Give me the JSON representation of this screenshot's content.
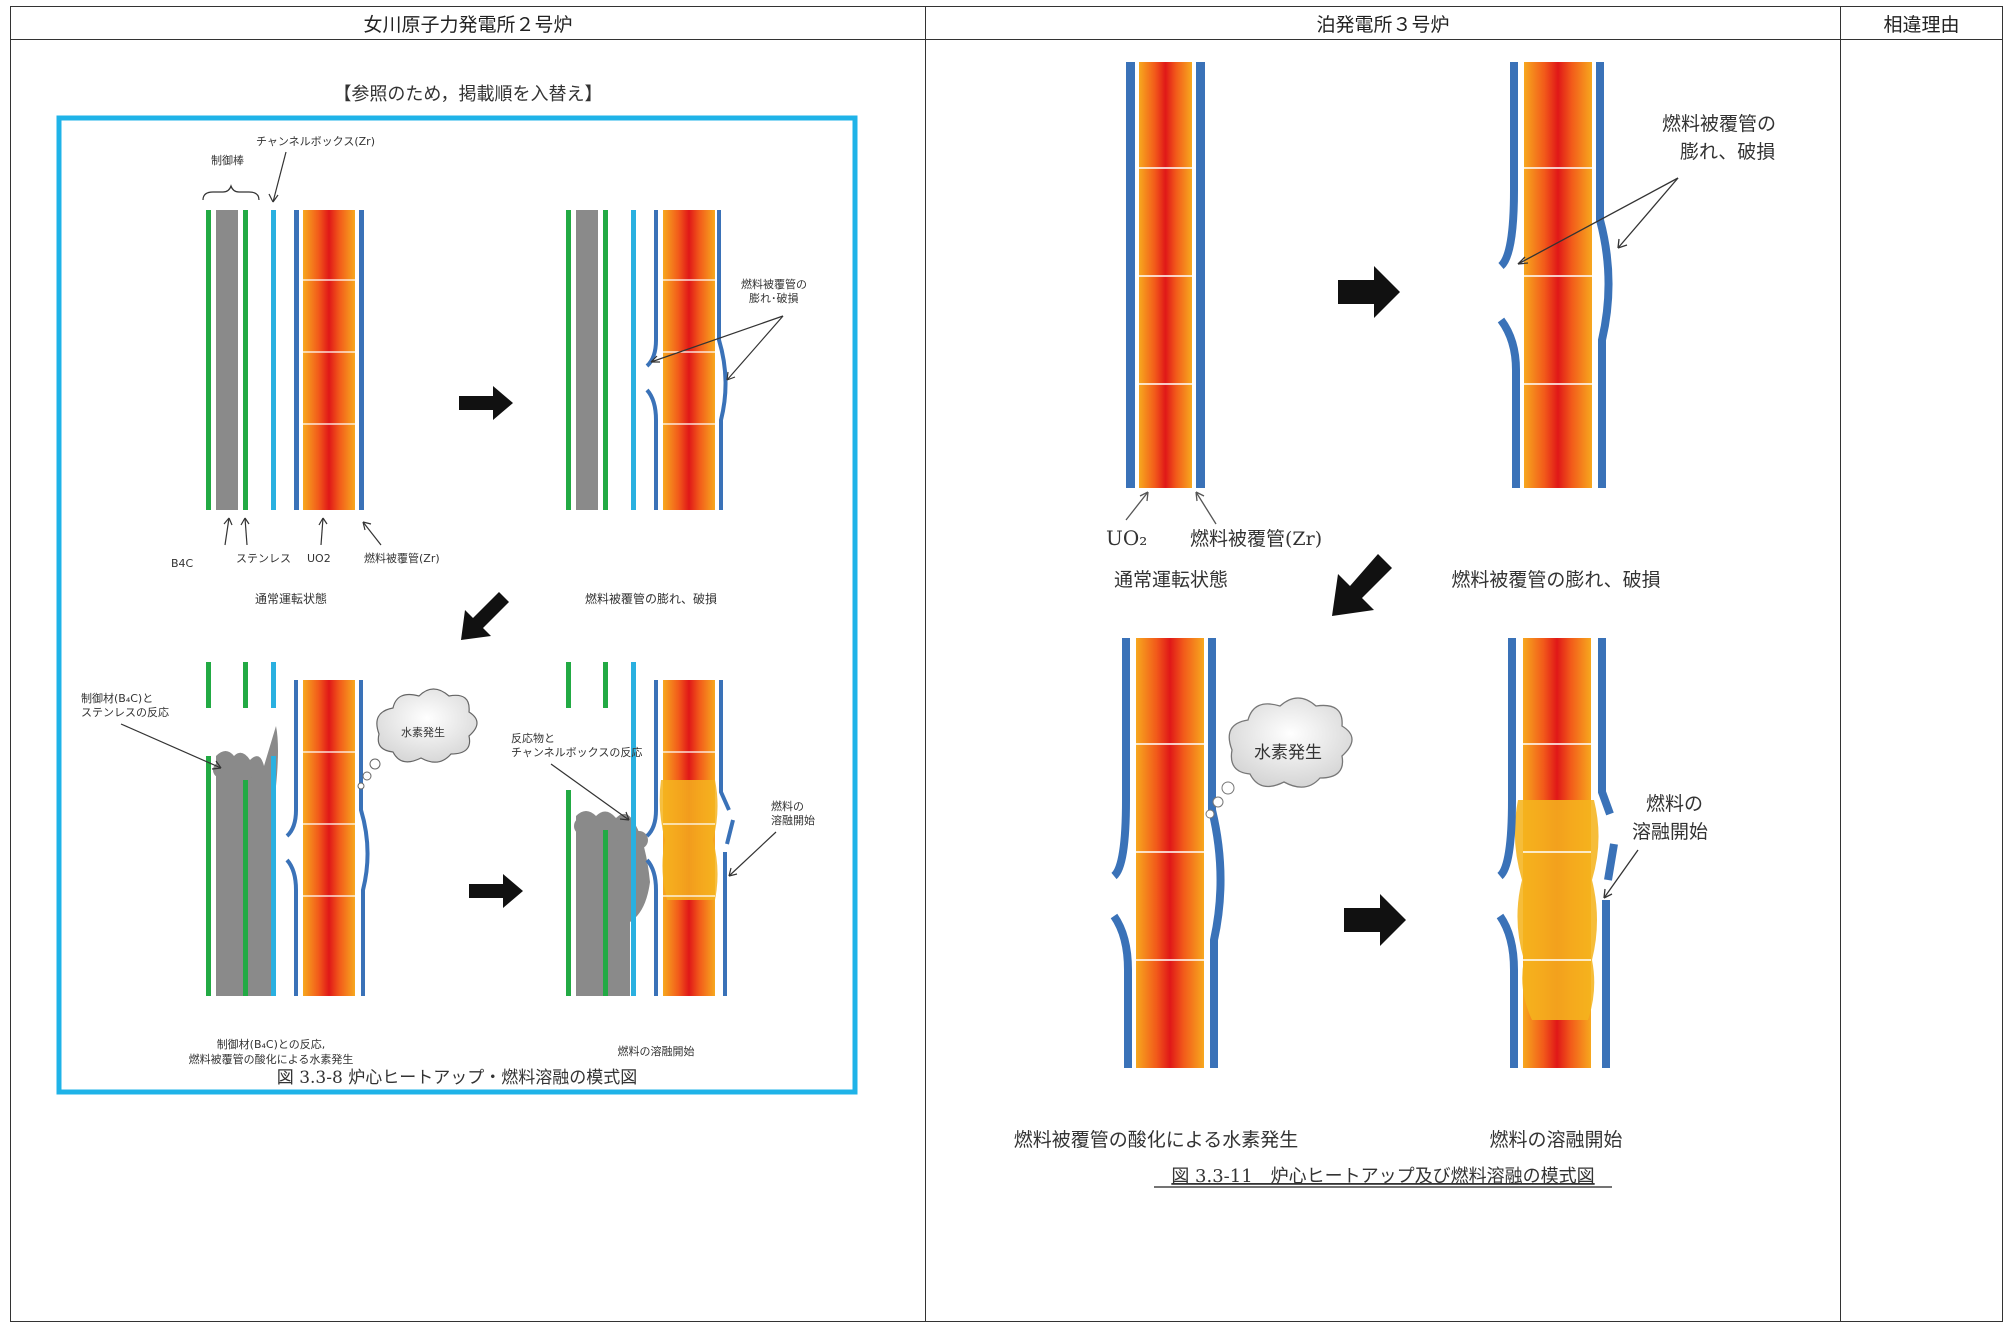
{
  "header": {
    "col1": "女川原子力発電所２号炉",
    "col2": "泊発電所３号炉",
    "col3": "相違理由"
  },
  "left": {
    "note": "【参照のため，掲載順を入替え】",
    "labels": {
      "control_rod": "制御棒",
      "channel_box": "チャンネルボックス(Zr)",
      "b4c": "B4C",
      "stainless": "ステンレス",
      "uo2": "UO2",
      "cladding": "燃料被覆管(Zr)",
      "swelling_l1": "燃料被覆管の",
      "swelling_l2": "膨れ･破損",
      "normal_caption": "通常運転状態",
      "swelling_caption": "燃料被覆管の膨れ、破損",
      "reaction_l1": "制御材(B₄C)と",
      "reaction_l2": "ステンレスの反応",
      "hydrogen": "水素発生",
      "cb_reaction_l1": "反応物と",
      "cb_reaction_l2": "チャンネルボックスの反応",
      "melt_l1": "燃料の",
      "melt_l2": "溶融開始",
      "bottom_left_l1": "制御材(B₄C)との反応,",
      "bottom_left_l2": "燃料被覆管の酸化による水素発生",
      "bottom_right": "燃料の溶融開始"
    },
    "figure_caption": "図 3.3-8 炉心ヒートアップ・燃料溶融の模式図",
    "frame_color": "#1fb3e8"
  },
  "right": {
    "labels": {
      "swelling_l1": "燃料被覆管の",
      "swelling_l2": "膨れ、破損",
      "uo2": "UO₂",
      "cladding": "燃料被覆管(Zr)",
      "normal_caption": "通常運転状態",
      "swelling_caption": "燃料被覆管の膨れ、破損",
      "hydrogen": "水素発生",
      "melt_l1": "燃料の",
      "melt_l2": "溶融開始",
      "bottom_left": "燃料被覆管の酸化による水素発生",
      "bottom_right": "燃料の溶融開始"
    },
    "figure_caption": "図 3.3-11　炉心ヒートアップ及び燃料溶融の模式図"
  },
  "colors": {
    "cladding": "#3a72b8",
    "b4c": "#22aa44",
    "channel_box": "#2ab0e0",
    "absorber": "#8a8a8a",
    "fuel_edge": "#f28a1a",
    "fuel_core": "#e8201a",
    "arrow": "#111111"
  }
}
